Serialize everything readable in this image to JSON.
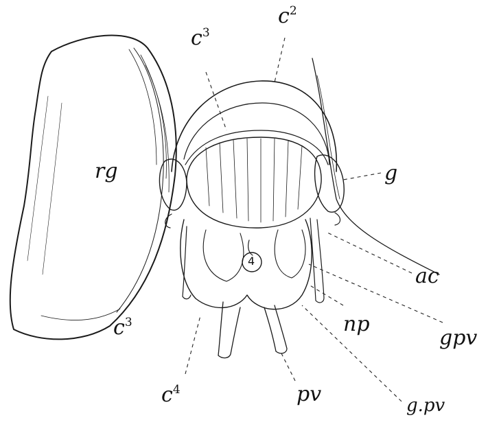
{
  "figure": {
    "labels": {
      "c3_top": {
        "base": "c",
        "sup": "3"
      },
      "c2": {
        "base": "c",
        "sup": "2"
      },
      "rg": "rg",
      "g": "g",
      "ac": "ac",
      "np": "np",
      "c3_bottom": {
        "base": "c",
        "sup": "3"
      },
      "gpv_right": "gpv",
      "c4": {
        "base": "c",
        "sup": "4"
      },
      "pv": "pv",
      "gpv_bottom": "g.pv",
      "circle_mark": "4"
    },
    "ink_color": "#1a1a1a"
  }
}
